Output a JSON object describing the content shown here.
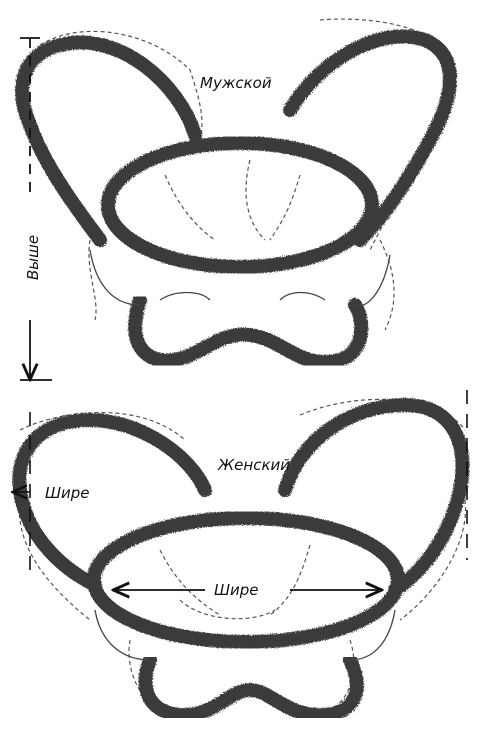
{
  "male": {
    "label": "Мужской"
  },
  "female": {
    "label": "Женский"
  },
  "height_label": "Выше",
  "wider_label_side": "Шире",
  "wider_label_inlet": "Шире"
}
